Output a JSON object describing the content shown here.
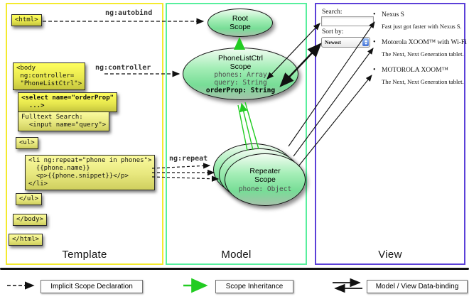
{
  "panels": {
    "template": "Template",
    "model": "Model",
    "view": "View"
  },
  "template": {
    "html_open": "<html>",
    "autobind_label": "ng:autobind",
    "body_open": "<body\n ng:controller=\n \"PhoneListCtrl\">",
    "controller_label": "ng:controller",
    "select_box": "<select name=\"orderProp\"\n  ...>",
    "fulltext_box": "Fulltext Search:\n  <input name=\"query\">",
    "ul_open": "<ul>",
    "li_box": "<li ng:repeat=\"phone in phones\">\n  {{phone.name}}\n  <p>{{phone.snippet}}</p>\n</li>",
    "repeat_label": "ng:repeat",
    "ul_close": "</ul>",
    "body_close": "</body>",
    "html_close": "</html>"
  },
  "model": {
    "root_scope_title": "Root\nScope",
    "phonelist_title": "PhoneListCtrl\nScope",
    "prop_phones": "phones: Array",
    "prop_query": "query: String",
    "prop_orderprop": "orderProp: String",
    "repeater_title": "Repeater\nScope",
    "repeater_prop": "phone: Object"
  },
  "view": {
    "search_label": "Search:",
    "search_value": "",
    "sort_label": "Sort by:",
    "sort_value": "Newest",
    "bullet": "•",
    "items": [
      {
        "name": "Nexus S",
        "desc": "Fast just got faster with Nexus S."
      },
      {
        "name": "Motorola XOOM™  with Wi-Fi",
        "desc": "The Next, Next Generation tablet."
      },
      {
        "name": "MOTOROLA XOOM™",
        "desc": "The Next, Next Generation tablet."
      }
    ]
  },
  "legend": {
    "implicit": "Implicit Scope Declaration",
    "inheritance": "Scope Inheritance",
    "databinding": "Model / View Data-binding"
  },
  "colors": {
    "template_border": "#f4ea2e",
    "model_border": "#57ef9d",
    "view_border": "#5b40d8",
    "scope_fill_top": "#f1fcf1",
    "scope_fill_bottom": "#77dd96",
    "code_box_fill": "#ffff5e",
    "inheritance_arrow": "#22cc22",
    "binding_arrow": "#111111"
  }
}
